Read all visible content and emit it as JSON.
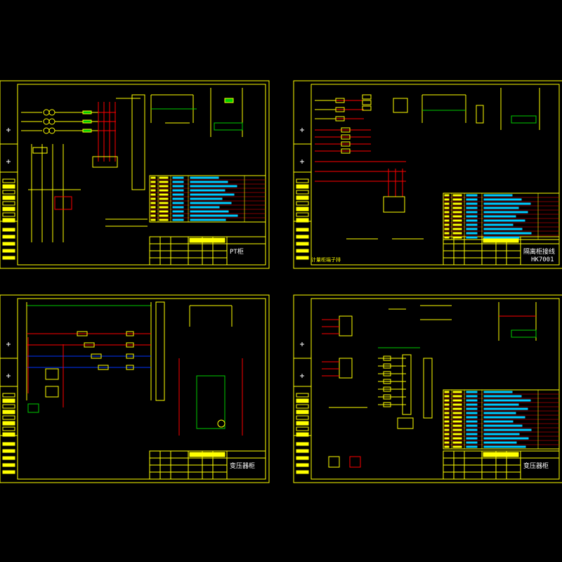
{
  "colors": {
    "background": "#000000",
    "frame": "#ffff00",
    "power_line": "#ff0000",
    "signal_line": "#0033ff",
    "bus_line": "#00cc00",
    "table_text": "#00ccff",
    "label_text": "#ffff00",
    "highlight": "#ff00ff"
  },
  "sheets": [
    {
      "id": "top-left",
      "title": "PT柜",
      "drawing_no": ""
    },
    {
      "id": "top-right",
      "title": "隔离柜接线",
      "drawing_no": "HK7001",
      "corner_label": "计量柜端子排"
    },
    {
      "id": "bottom-left",
      "title": "变压器柜",
      "drawing_no": ""
    },
    {
      "id": "bottom-right",
      "title": "变压器柜",
      "drawing_no": ""
    }
  ]
}
